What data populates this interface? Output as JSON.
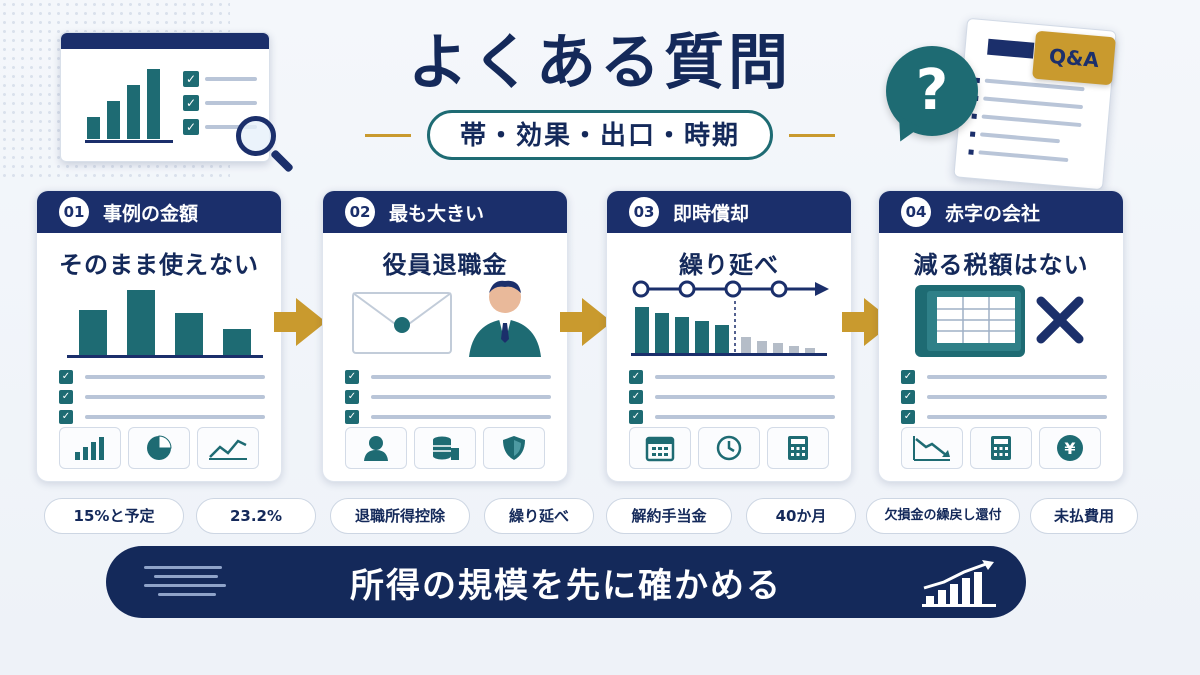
{
  "header": {
    "title": "よくある質問",
    "subtitle": "帯・効果・出口・時期",
    "qa_tag": "Q&A",
    "bubble_symbol": "?"
  },
  "cards": [
    {
      "number": "01",
      "heading": "事例の金額",
      "sub": "そのまま使えない",
      "chart_values": [
        0.62,
        0.9,
        0.58,
        0.36
      ]
    },
    {
      "number": "02",
      "heading": "最も大きい",
      "sub": "役員退職金"
    },
    {
      "number": "03",
      "heading": "即時償却",
      "sub": "繰り延べ"
    },
    {
      "number": "04",
      "heading": "赤字の会社",
      "sub": "減る税額はない"
    }
  ],
  "chips": [
    "15%と予定",
    "23.2%",
    "退職所得控除",
    "繰り延べ",
    "解約手当金",
    "40か月",
    "欠損金の繰戻し還付",
    "未払費用"
  ],
  "banner": {
    "text": "所得の規模を先に確かめる"
  },
  "colors": {
    "navy": "#1b2f6b",
    "teal": "#1e6b73",
    "gold": "#c99a2e"
  }
}
